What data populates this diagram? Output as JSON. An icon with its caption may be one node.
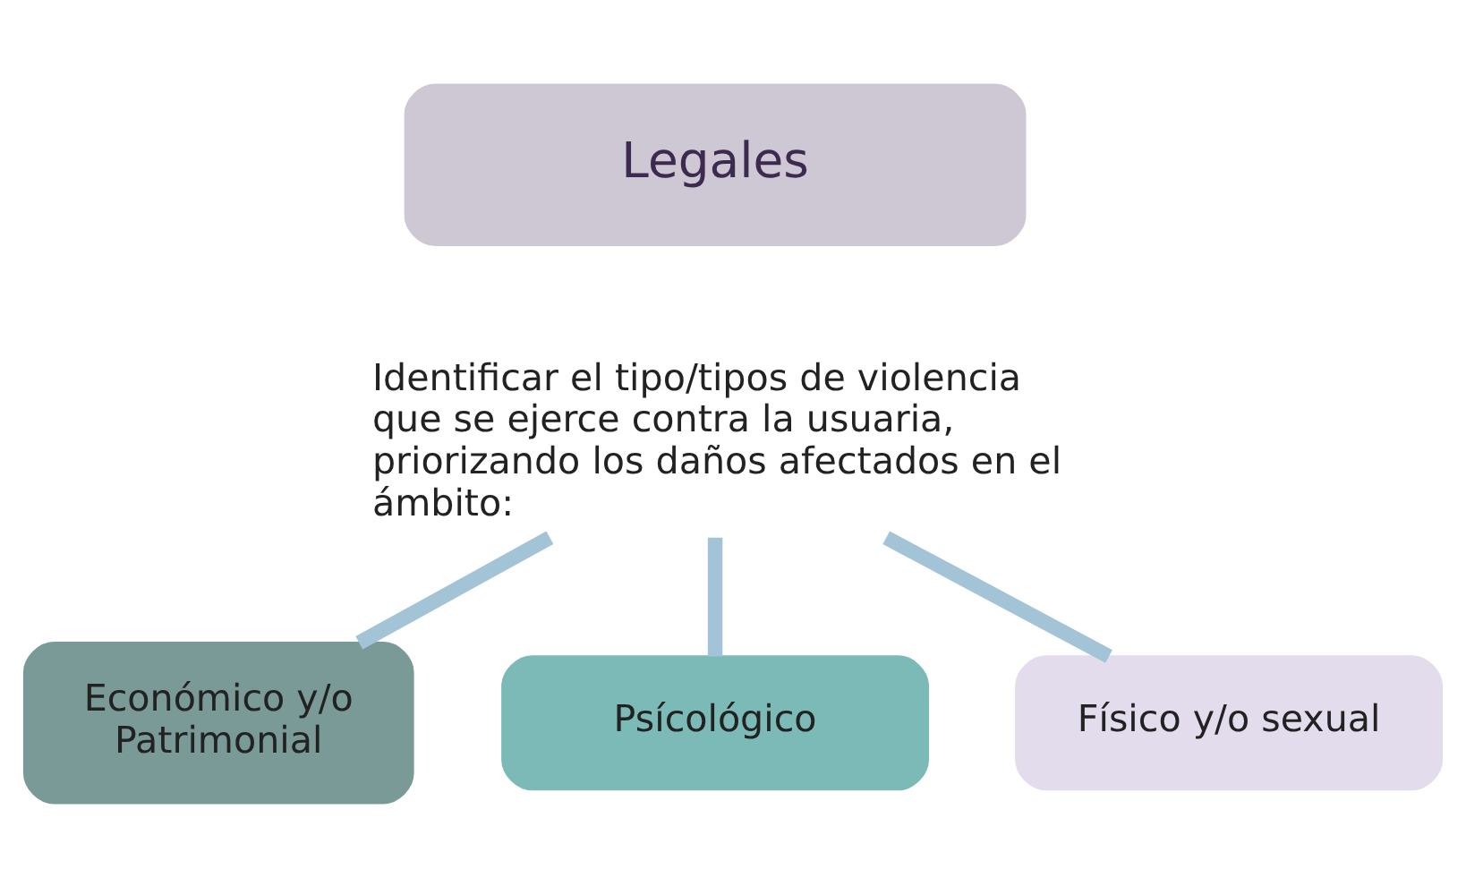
{
  "diagram": {
    "nodes": [
      {
        "text": [
          "Legales"
        ]
      },
      {
        "text": [
          "Identificar el tipo/tipos de violencia que se ejerce contra la usuaria, priorizando los daños afectados en el ámbito:"
        ]
      },
      {
        "text": [
          "Económico y/o Patrimonial"
        ]
      },
      {
        "text": [
          "Psícológico"
        ]
      },
      {
        "text": [
          "Físico y/o sexual"
        ]
      }
    ],
    "edges": [
      {
        "from": 1,
        "to": 4,
        "arrow": "none"
      },
      {
        "from": 1,
        "to": 3,
        "arrow": "none"
      },
      {
        "from": 1,
        "to": 2,
        "arrow": "none"
      }
    ]
  }
}
